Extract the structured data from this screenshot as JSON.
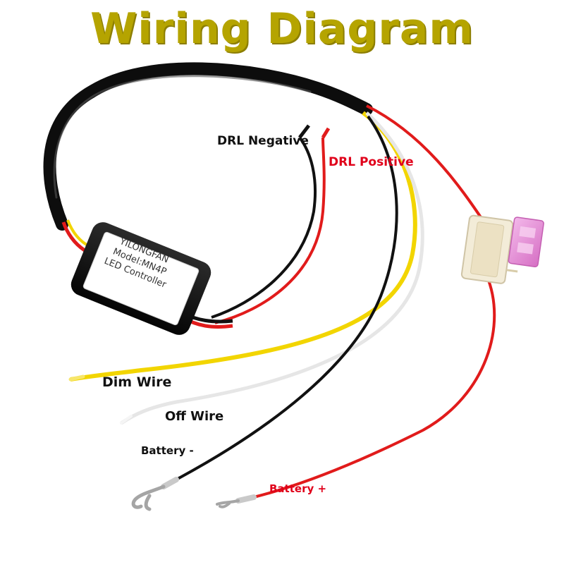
{
  "title": "Wiring Diagram",
  "controller": {
    "brand": "YILONGFAN",
    "model": "Model:MN4P",
    "description": "LED Controller"
  },
  "labels": {
    "drl_negative": "DRL Negative",
    "drl_positive": "DRL Positive",
    "dim_wire": "Dim Wire",
    "off_wire": "Off Wire",
    "battery_negative": "Battery -",
    "battery_positive": "Battery +"
  },
  "colors": {
    "title": "#b5a400",
    "red_wire": "#e11b1b",
    "black_wire": "#111111",
    "yellow_wire": "#f2d500",
    "white_wire": "#eeeeee",
    "fuse": "#e58fd6",
    "label_red": "#e0001a",
    "label_black": "#111111"
  }
}
